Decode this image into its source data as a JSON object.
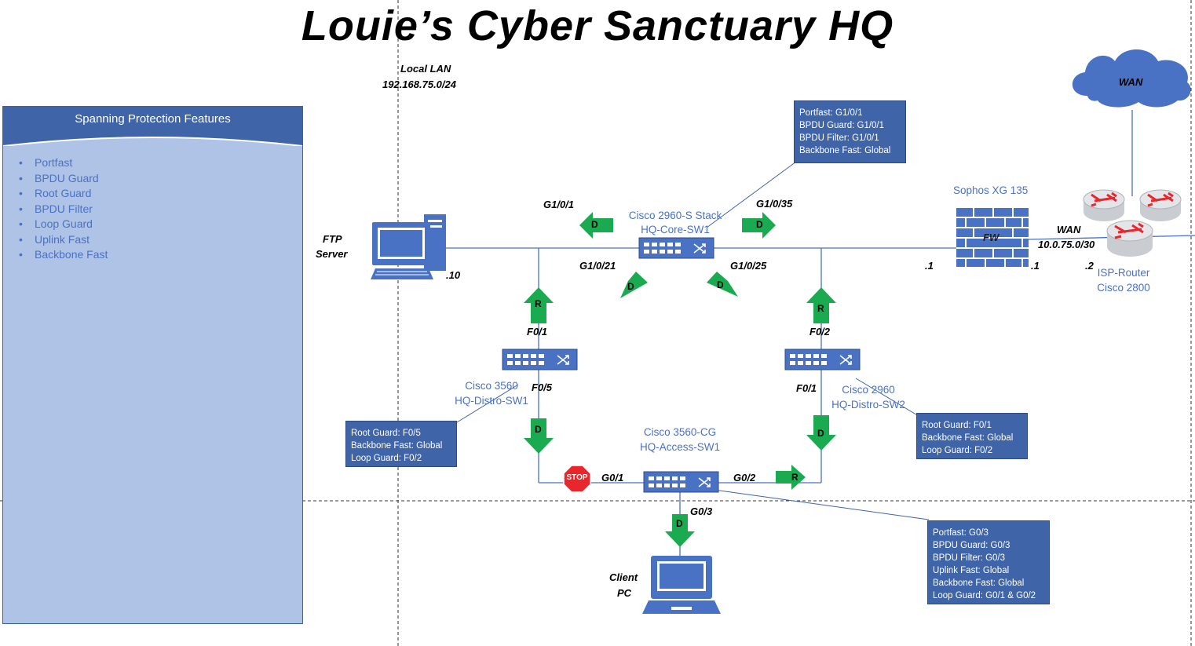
{
  "title": "Louie’s Cyber Sanctuary  HQ",
  "lan": {
    "name": "Local LAN",
    "subnet": "192.168.75.0/24"
  },
  "panel": {
    "title": "Spanning Protection Features",
    "items": [
      "Portfast",
      "BPDU Guard",
      "Root Guard",
      "BPDU Filter",
      "Loop Guard",
      "Uplink Fast",
      "Backbone Fast"
    ]
  },
  "wan": {
    "cloud_label": "WAN",
    "link_label": "WAN",
    "link_subnet": "10.0.75.0/30"
  },
  "devices": {
    "ftp": {
      "name1": "FTP",
      "name2": "Server",
      "ip": ".10"
    },
    "core": {
      "name1": "Cisco 2960-S Stack",
      "name2": "HQ-Core-SW1"
    },
    "distro1": {
      "name1": "Cisco 3560",
      "name2": "HQ-Distro-SW1"
    },
    "distro2": {
      "name1": "Cisco 2960",
      "name2": "HQ-Distro-SW2"
    },
    "access": {
      "name1": "Cisco 3560-CG",
      "name2": "HQ-Access-SW1"
    },
    "firewall": {
      "name": "Sophos XG 135",
      "icon_text": "FW",
      "ip_in": ".1",
      "ip_out": ".1"
    },
    "router": {
      "name1": "ISP-Router",
      "name2": "Cisco 2800",
      "ip": ".2"
    },
    "client": {
      "name1": "Client",
      "name2": "PC"
    }
  },
  "ports": {
    "core_g1_0_1": "G1/0/1",
    "core_g1_0_35": "G1/0/35",
    "core_g1_0_21": "G1/0/21",
    "core_g1_0_25": "G1/0/25",
    "d1_f0_1": "F0/1",
    "d1_f0_5": "F0/5",
    "d2_f0_2": "F0/2",
    "d2_f0_1": "F0/1",
    "acc_g0_1": "G0/1",
    "acc_g0_2": "G0/2",
    "acc_g0_3": "G0/3"
  },
  "markers": {
    "designated": "D",
    "root": "R",
    "stop": "STOP"
  },
  "callouts": {
    "core": [
      "Portfast: G1/0/1",
      "BPDU Guard: G1/0/1",
      "BPDU Filter: G1/0/1",
      "Backbone Fast: Global"
    ],
    "distro1": [
      "Root Guard: F0/5",
      "Backbone Fast: Global",
      "Loop Guard: F0/2"
    ],
    "distro2": [
      "Root Guard: F0/1",
      "Backbone Fast: Global",
      "Loop Guard: F0/2"
    ],
    "access": [
      "Portfast: G0/3",
      "BPDU Guard: G0/3",
      "BPDU Filter: G0/3",
      "Uplink Fast: Global",
      "Backbone Fast: Global",
      "Loop Guard: G0/1 & G0/2"
    ]
  },
  "colors": {
    "link": "#4a71c4",
    "arrow": "#1aaa50",
    "box": "#3f64a8",
    "panel": "#aec3e6",
    "stop": "#e8262b",
    "cloud": "#4a72c4"
  }
}
